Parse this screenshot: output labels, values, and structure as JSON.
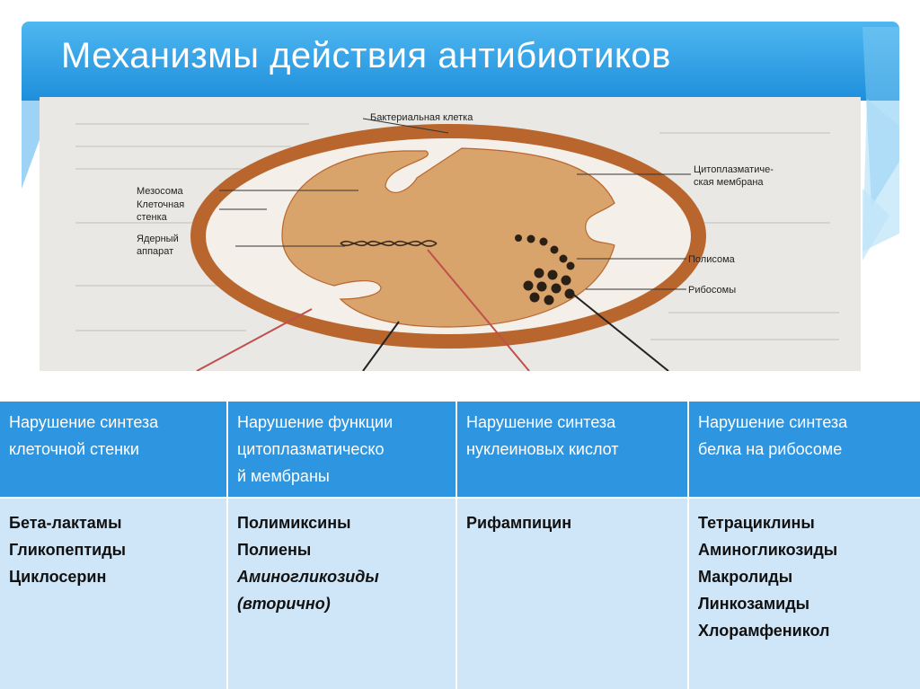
{
  "slide": {
    "title": "Механизмы действия антибиотиков"
  },
  "diagram": {
    "caption": "Бактериальная клетка",
    "labels": {
      "mesosome": "Мезосома",
      "cell_wall_1": "Клеточная",
      "cell_wall_2": "стенка",
      "nucleus_1": "Ядерный",
      "nucleus_2": "аппарат",
      "membrane_1": "Цитоплазматиче-",
      "membrane_2": "ская мембрана",
      "polysome": "Полисома",
      "ribosomes": "Рибосомы"
    },
    "colors": {
      "cell_wall": "#b8662d",
      "cytoplasm": "#d9a36c",
      "background": "#e9e8e4"
    }
  },
  "table": {
    "headers": [
      {
        "lines": [
          "Нарушение синтеза",
          "клеточной стенки"
        ]
      },
      {
        "lines": [
          "Нарушение функции",
          "цитоплазматическо",
          "й мембраны"
        ]
      },
      {
        "lines": [
          "Нарушение синтеза",
          "нуклеиновых кислот"
        ]
      },
      {
        "lines": [
          "Нарушение синтеза",
          "белка на рибосоме"
        ]
      }
    ],
    "columns": [
      {
        "drugs": [
          "Бета-лактамы",
          "Гликопептиды",
          "Циклосерин"
        ]
      },
      {
        "drugs": [
          "Полимиксины",
          "Полиены"
        ],
        "italic_drugs": [
          "Аминогликозиды",
          "(вторично)"
        ]
      },
      {
        "drugs": [
          "Рифампицин"
        ]
      },
      {
        "drugs": [
          "Тетрациклины",
          "Аминогликозиды",
          "Макролиды",
          "Линкозамиды",
          "Хлорамфеникол"
        ]
      }
    ],
    "colors": {
      "header_bg": "#2e95e0",
      "body_bg": "#cfe6f8"
    }
  }
}
